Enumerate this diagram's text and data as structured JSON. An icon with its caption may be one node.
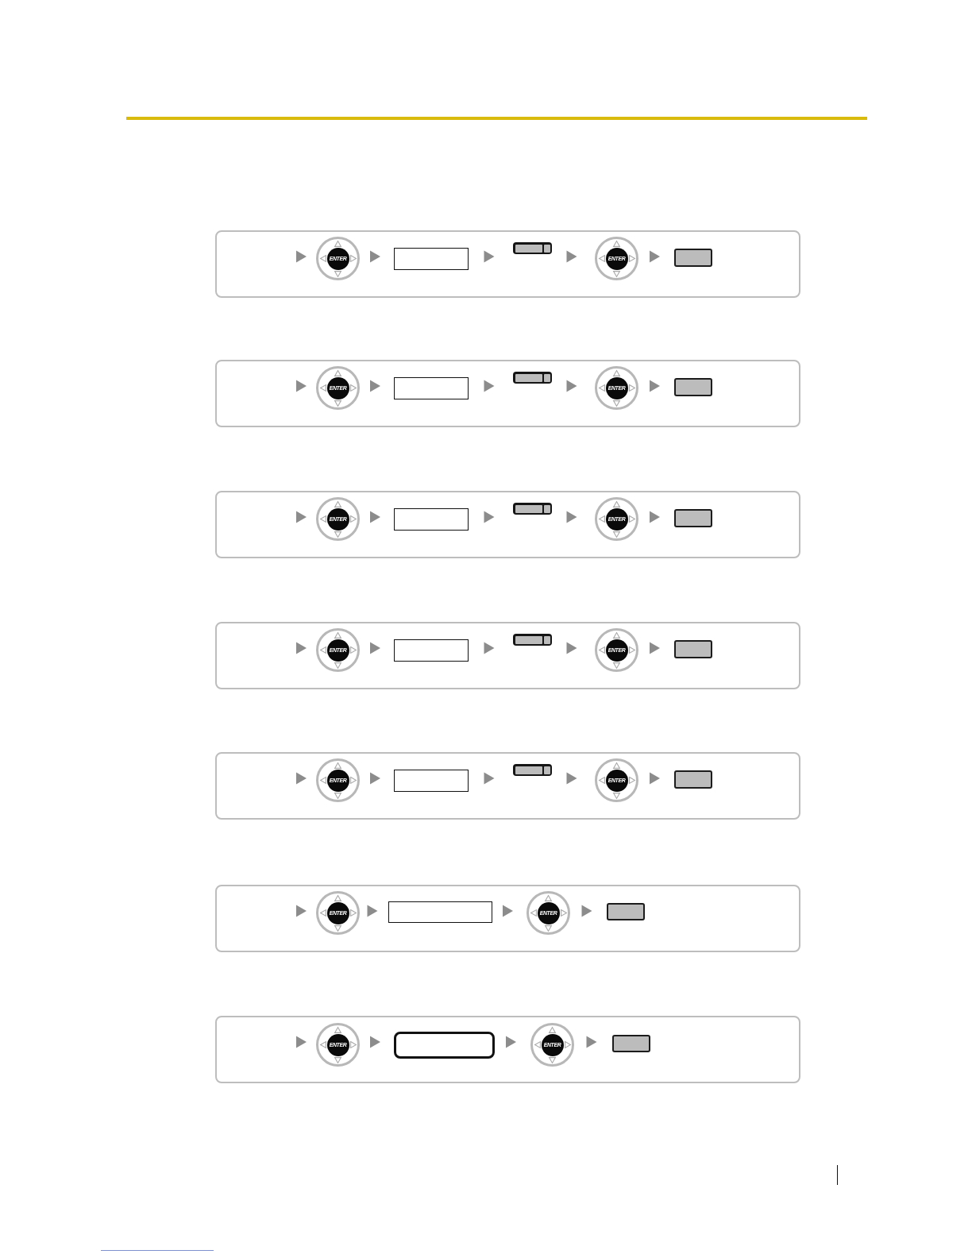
{
  "diagram": {
    "nodes": [
      {
        "text": [],
        "shape": "box"
      },
      {
        "text": [
          "ENTER"
        ],
        "in": 0
      },
      {
        "text": [],
        "shape": "box",
        "in": 0
      },
      {
        "text": [],
        "shape": "bar",
        "in": 0
      },
      {
        "text": [
          "ENTER"
        ],
        "in": 0
      },
      {
        "text": [],
        "shape": "box",
        "in": 0
      },
      {
        "text": [],
        "shape": "box"
      },
      {
        "text": [
          "ENTER"
        ],
        "in": 6
      },
      {
        "text": [],
        "shape": "box",
        "in": 6
      },
      {
        "text": [],
        "shape": "bar",
        "in": 6
      },
      {
        "text": [
          "ENTER"
        ],
        "in": 6
      },
      {
        "text": [],
        "shape": "box",
        "in": 6
      },
      {
        "text": [],
        "shape": "box"
      },
      {
        "text": [
          "ENTER"
        ],
        "in": 12
      },
      {
        "text": [],
        "shape": "box",
        "in": 12
      },
      {
        "text": [],
        "shape": "bar",
        "in": 12
      },
      {
        "text": [
          "ENTER"
        ],
        "in": 12
      },
      {
        "text": [],
        "shape": "box",
        "in": 12
      },
      {
        "text": [],
        "shape": "box"
      },
      {
        "text": [
          "ENTER"
        ],
        "in": 18
      },
      {
        "text": [],
        "shape": "box",
        "in": 18
      },
      {
        "text": [],
        "shape": "bar",
        "in": 18
      },
      {
        "text": [
          "ENTER"
        ],
        "in": 18
      },
      {
        "text": [],
        "shape": "box",
        "in": 18
      },
      {
        "text": [],
        "shape": "box"
      },
      {
        "text": [
          "ENTER"
        ],
        "in": 24
      },
      {
        "text": [],
        "shape": "box",
        "in": 24
      },
      {
        "text": [],
        "shape": "bar",
        "in": 24
      },
      {
        "text": [
          "ENTER"
        ],
        "in": 24
      },
      {
        "text": [],
        "shape": "box",
        "in": 24
      },
      {
        "text": [],
        "shape": "box"
      },
      {
        "text": [
          "ENTER"
        ],
        "in": 30
      },
      {
        "text": [],
        "shape": "box",
        "in": 30
      },
      {
        "text": [
          "ENTER"
        ],
        "in": 30
      },
      {
        "text": [],
        "shape": "box",
        "in": 30
      },
      {
        "text": [],
        "shape": "box"
      },
      {
        "text": [
          "ENTER"
        ],
        "in": 35
      },
      {
        "text": [],
        "shape": "box",
        "in": 35
      },
      {
        "text": [
          "ENTER"
        ],
        "in": 35
      },
      {
        "text": [],
        "shape": "box",
        "in": 35
      }
    ],
    "edges": [
      {
        "from": null,
        "to": 1,
        "arrow": "to"
      },
      {
        "from": 1,
        "to": 2,
        "arrow": "to"
      },
      {
        "from": 2,
        "to": 3,
        "arrow": "to"
      },
      {
        "from": 3,
        "to": 4,
        "arrow": "to"
      },
      {
        "from": 4,
        "to": 5,
        "arrow": "to"
      },
      {
        "from": null,
        "to": 7,
        "arrow": "to"
      },
      {
        "from": 7,
        "to": 8,
        "arrow": "to"
      },
      {
        "from": 8,
        "to": 9,
        "arrow": "to"
      },
      {
        "from": 9,
        "to": 10,
        "arrow": "to"
      },
      {
        "from": 10,
        "to": 11,
        "arrow": "to"
      },
      {
        "from": null,
        "to": 13,
        "arrow": "to"
      },
      {
        "from": 13,
        "to": 14,
        "arrow": "to"
      },
      {
        "from": 14,
        "to": 15,
        "arrow": "to"
      },
      {
        "from": 15,
        "to": 16,
        "arrow": "to"
      },
      {
        "from": 16,
        "to": 17,
        "arrow": "to"
      },
      {
        "from": null,
        "to": 19,
        "arrow": "to"
      },
      {
        "from": 19,
        "to": 20,
        "arrow": "to"
      },
      {
        "from": 20,
        "to": 21,
        "arrow": "to"
      },
      {
        "from": 21,
        "to": 22,
        "arrow": "to"
      },
      {
        "from": 22,
        "to": 23,
        "arrow": "to"
      },
      {
        "from": null,
        "to": 25,
        "arrow": "to"
      },
      {
        "from": 25,
        "to": 26,
        "arrow": "to"
      },
      {
        "from": 26,
        "to": 27,
        "arrow": "to"
      },
      {
        "from": 27,
        "to": 28,
        "arrow": "to"
      },
      {
        "from": 28,
        "to": 29,
        "arrow": "to"
      },
      {
        "from": null,
        "to": 31,
        "arrow": "to"
      },
      {
        "from": 31,
        "to": 32,
        "arrow": "to"
      },
      {
        "from": 32,
        "to": 33,
        "arrow": "to"
      },
      {
        "from": 33,
        "to": 34,
        "arrow": "to"
      },
      {
        "from": null,
        "to": 36,
        "arrow": "to"
      },
      {
        "from": 36,
        "to": 37,
        "arrow": "to"
      },
      {
        "from": 37,
        "to": 38,
        "arrow": "to"
      },
      {
        "from": 38,
        "to": 39,
        "arrow": "to"
      }
    ]
  }
}
